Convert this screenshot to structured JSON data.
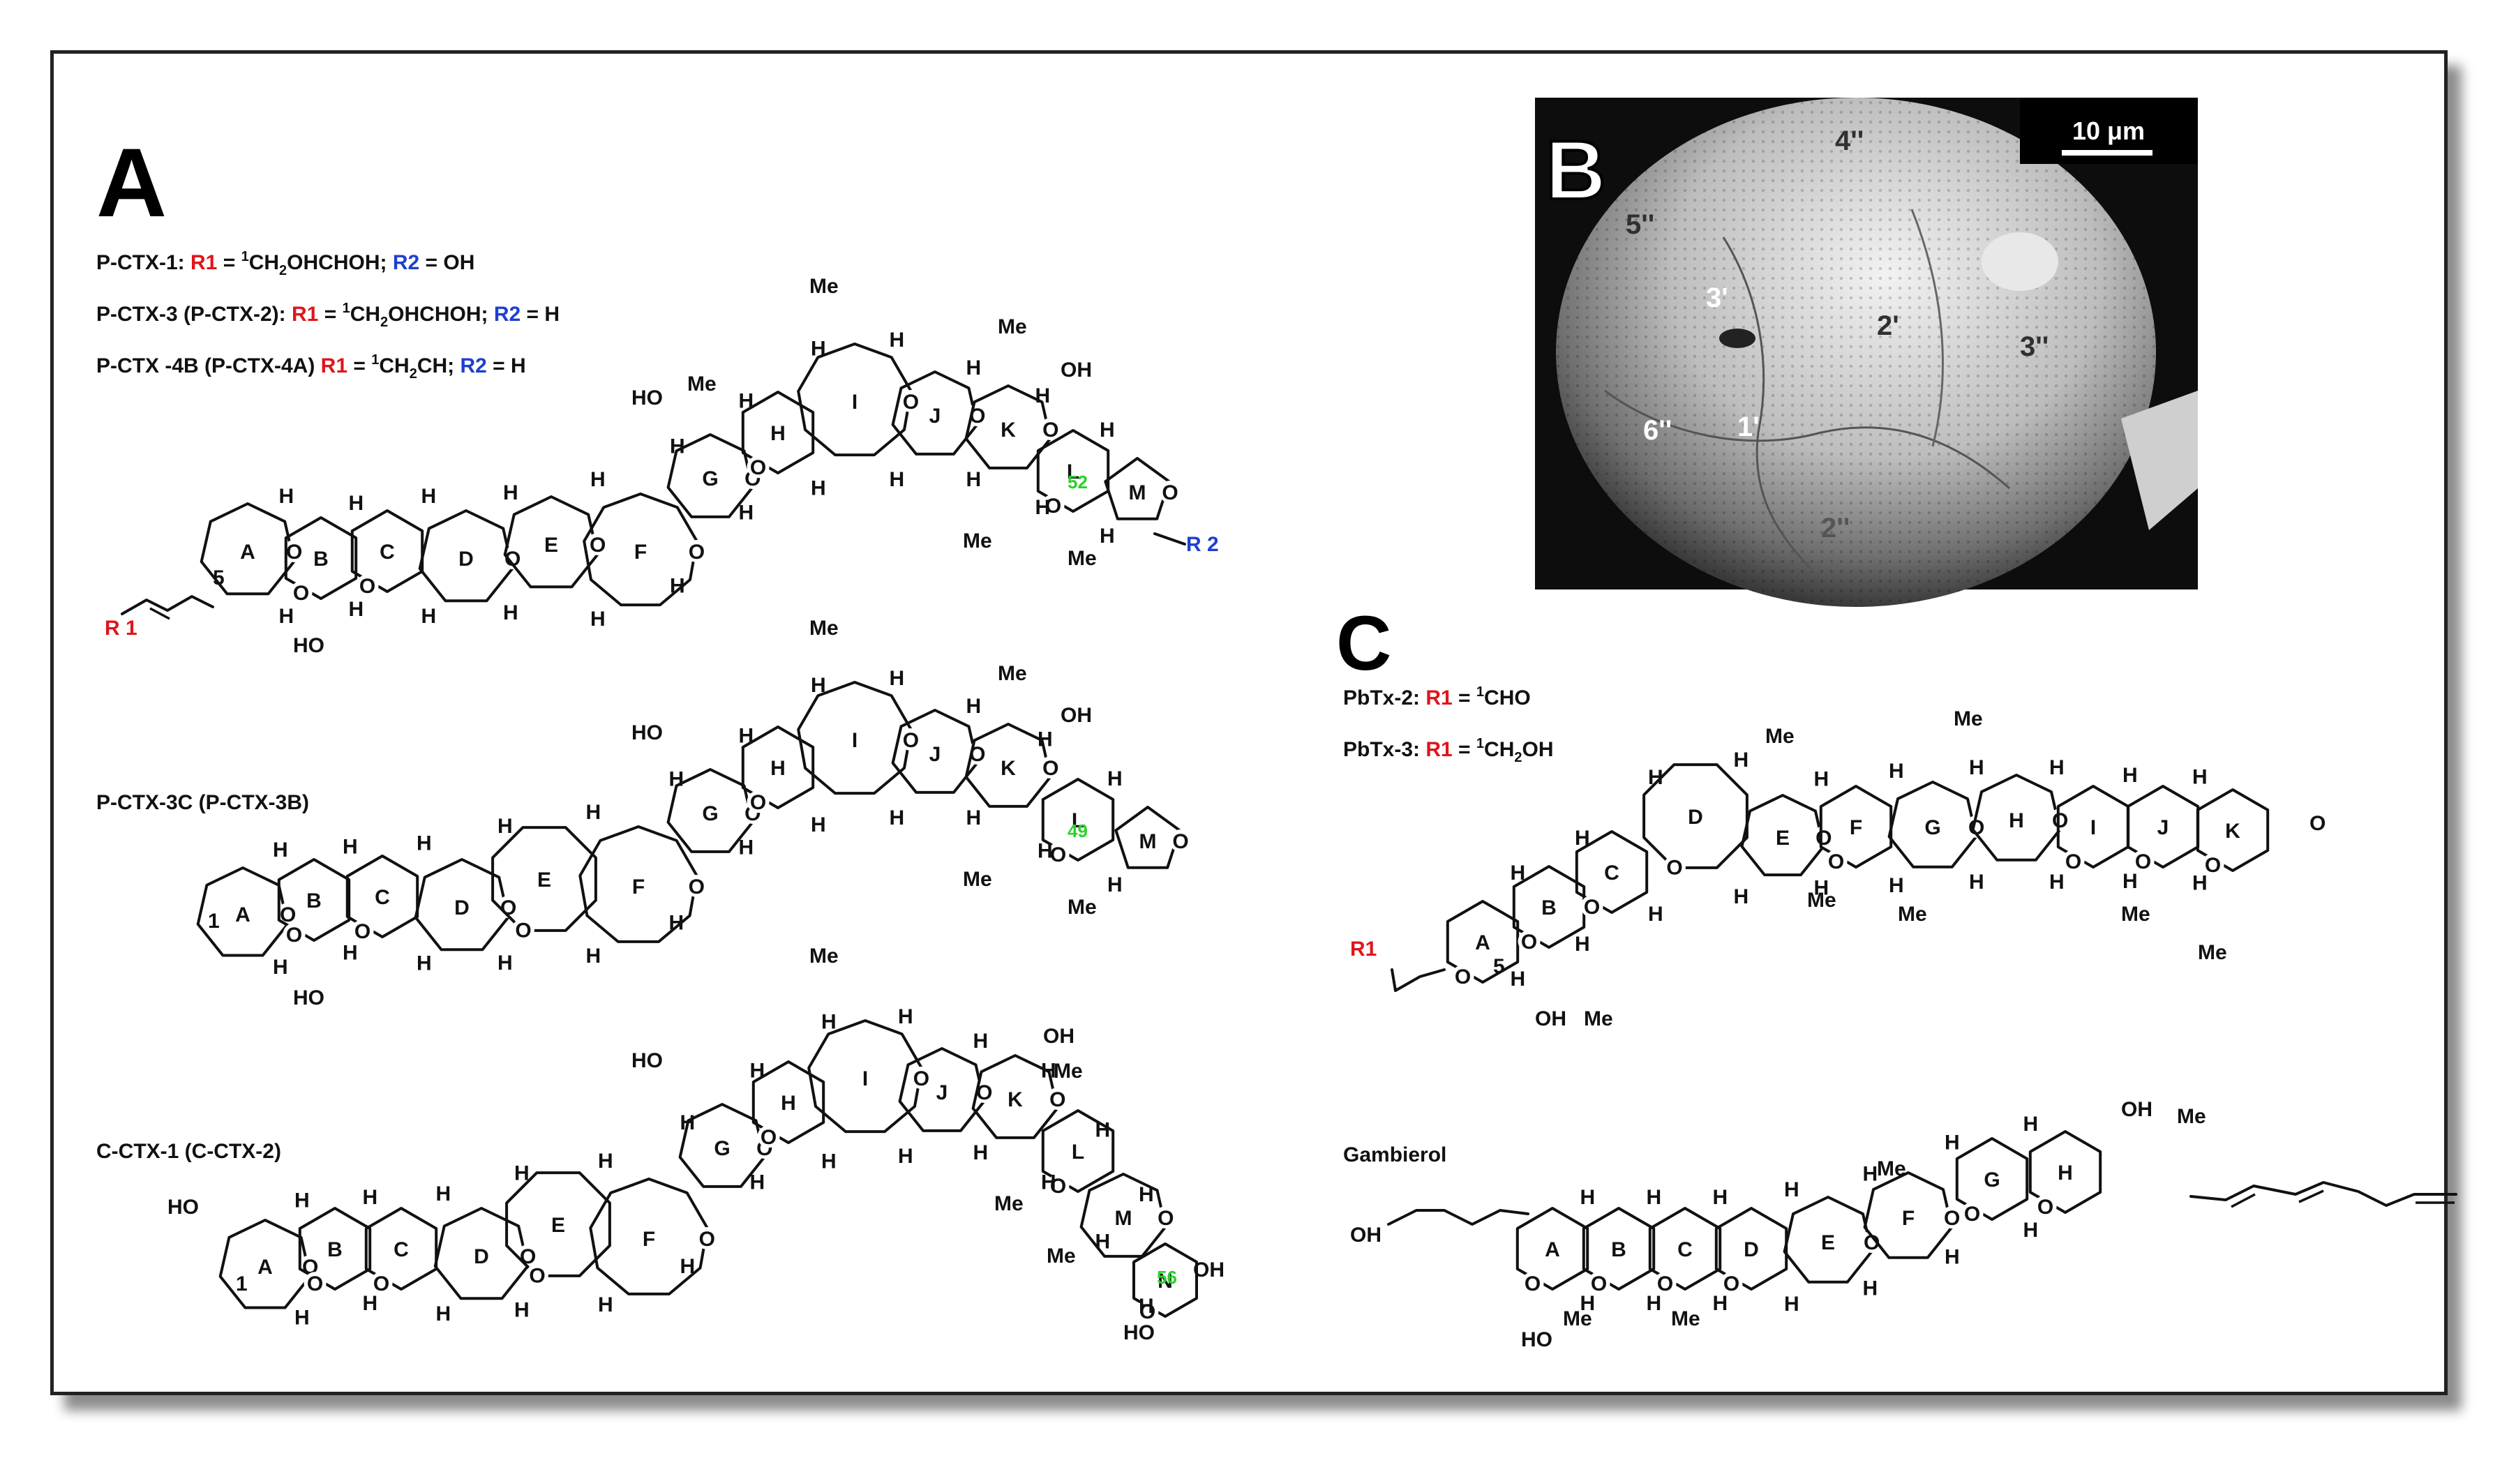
{
  "panels": {
    "a": {
      "letter": "A",
      "compounds": [
        {
          "id": "pctx1",
          "prefix": "P-CTX-1: ",
          "r1": "R1",
          "eq1": " = ",
          "sup1": "1",
          "val1a": "CH",
          "sub1": "2",
          "val1b": "OHCHOH; ",
          "r2": "R2",
          "eq2": " = OH"
        },
        {
          "id": "pctx3",
          "prefix": "P-CTX-3 (P-CTX-2): ",
          "r1": "R1",
          "eq1": " = ",
          "sup1": "1",
          "val1a": "CH",
          "sub1": "2",
          "val1b": "OHCHOH; ",
          "r2": "R2",
          "eq2": " = H"
        },
        {
          "id": "pctx4b",
          "prefix": "P-CTX -4B (P-CTX-4A) ",
          "r1": "R1",
          "eq1": " = ",
          "sup1": "1",
          "val1a": "CH",
          "sub1": "2",
          "val1b": "CH; ",
          "r2": "R2",
          "eq2": " = H"
        }
      ],
      "structure_labels": [
        "P-CTX-3C (P-CTX-3B)",
        "C-CTX-1 (C-CTX-2)"
      ],
      "rings_top": [
        "A",
        "B",
        "C",
        "D",
        "E",
        "F",
        "G",
        "H",
        "I",
        "J",
        "K",
        "L",
        "M"
      ],
      "rings_mid": [
        "A",
        "B",
        "C",
        "D",
        "E",
        "F",
        "G",
        "H",
        "I",
        "J",
        "K",
        "L",
        "M"
      ],
      "rings_bot": [
        "A",
        "B",
        "C",
        "D",
        "E",
        "F",
        "G",
        "H",
        "I",
        "J",
        "K",
        "L",
        "M",
        "N"
      ],
      "substituent_r1": "R 1",
      "substituent_r2": "R 2",
      "positions": {
        "top_c5": "5",
        "top_c52": "52",
        "mid_c1": "1",
        "mid_c49": "49",
        "bot_c1": "1",
        "bot_c56": "56"
      }
    },
    "b": {
      "letter": "B",
      "scale_bar": "10 μm",
      "plate_labels": [
        "4''",
        "5''",
        "3'",
        "2'",
        "3''",
        "6''",
        "1'",
        "2''"
      ]
    },
    "c": {
      "letter": "C",
      "compounds": [
        {
          "id": "pbtx2",
          "prefix": "PbTx-2: ",
          "r1": "R1",
          "eq1": " = ",
          "sup1": "1",
          "val1a": "CHO",
          "sub1": "",
          "val1b": ""
        },
        {
          "id": "pbtx3",
          "prefix": "PbTx-3: ",
          "r1": "R1",
          "eq1": " = ",
          "sup1": "1",
          "val1a": "CH",
          "sub1": "2",
          "val1b": "OH"
        }
      ],
      "rings_pbtx": [
        "A",
        "B",
        "C",
        "D",
        "E",
        "F",
        "G",
        "H",
        "I",
        "J",
        "K"
      ],
      "gambierol_label": "Gambierol",
      "rings_gambierol": [
        "A",
        "B",
        "C",
        "D",
        "E",
        "F",
        "G",
        "H"
      ],
      "substituent_r1": "R1",
      "positions": {
        "pbtx_c5": "5"
      }
    }
  },
  "atoms": {
    "H": "H",
    "O": "O",
    "Me": "Me",
    "OH": "OH",
    "HO": "HO"
  },
  "colors": {
    "red": "#e0151b",
    "blue": "#1f3fd0",
    "green": "#2bd12b",
    "frame": "#222222"
  }
}
